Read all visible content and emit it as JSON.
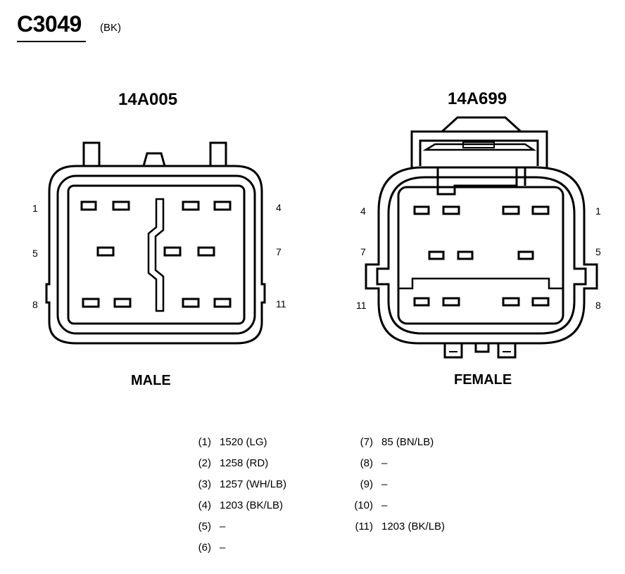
{
  "connector": {
    "id": "C3049",
    "color_code": "(BK)"
  },
  "male": {
    "part_number": "14A005",
    "label": "MALE",
    "pins": {
      "p1": "1",
      "p5": "5",
      "p8": "8",
      "p4": "4",
      "p7": "7",
      "p11": "11"
    }
  },
  "female": {
    "part_number": "14A699",
    "label": "FEMALE",
    "pins": {
      "p4": "4",
      "p7": "7",
      "p11": "11",
      "p1": "1",
      "p5": "5",
      "p8": "8"
    }
  },
  "pinout_left": [
    {
      "num": "(1)",
      "circuit": "1520 (LG)"
    },
    {
      "num": "(2)",
      "circuit": "1258 (RD)"
    },
    {
      "num": "(3)",
      "circuit": "1257 (WH/LB)"
    },
    {
      "num": "(4)",
      "circuit": "1203 (BK/LB)"
    },
    {
      "num": "(5)",
      "circuit": "–"
    },
    {
      "num": "(6)",
      "circuit": "–"
    }
  ],
  "pinout_right": [
    {
      "num": "(7)",
      "circuit": "85 (BN/LB)"
    },
    {
      "num": "(8)",
      "circuit": "–"
    },
    {
      "num": "(9)",
      "circuit": "–"
    },
    {
      "num": "(10)",
      "circuit": "–"
    },
    {
      "num": "(11)",
      "circuit": "1203 (BK/LB)"
    }
  ]
}
